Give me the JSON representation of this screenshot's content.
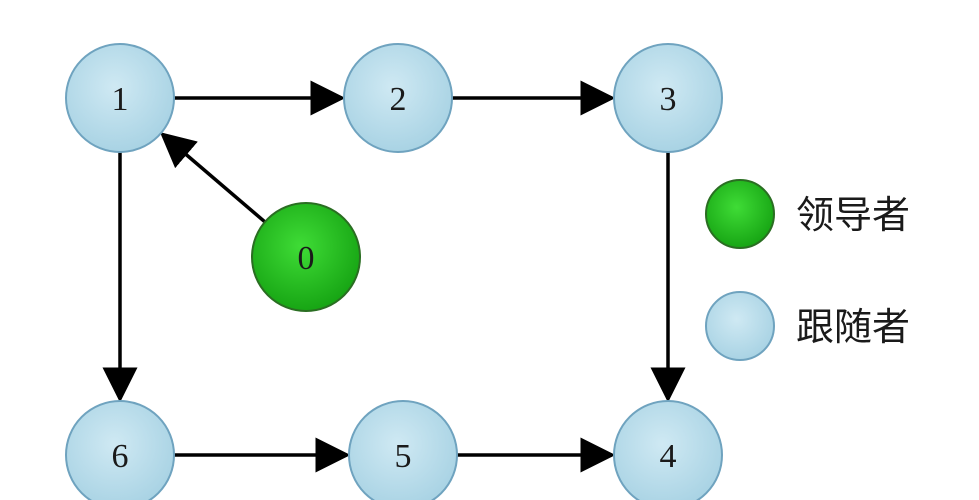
{
  "nodes": [
    {
      "id": "0",
      "label": "0",
      "role": "leader"
    },
    {
      "id": "1",
      "label": "1",
      "role": "follower"
    },
    {
      "id": "2",
      "label": "2",
      "role": "follower"
    },
    {
      "id": "3",
      "label": "3",
      "role": "follower"
    },
    {
      "id": "4",
      "label": "4",
      "role": "follower"
    },
    {
      "id": "5",
      "label": "5",
      "role": "follower"
    },
    {
      "id": "6",
      "label": "6",
      "role": "follower"
    }
  ],
  "edges": [
    {
      "from": "0",
      "to": "1"
    },
    {
      "from": "1",
      "to": "2"
    },
    {
      "from": "2",
      "to": "3"
    },
    {
      "from": "3",
      "to": "4"
    },
    {
      "from": "1",
      "to": "6"
    },
    {
      "from": "6",
      "to": "5"
    },
    {
      "from": "5",
      "to": "4"
    }
  ],
  "legend": {
    "leader_label": "领导者",
    "follower_label": "跟随者"
  },
  "colors": {
    "leader_fill": "#22c41f",
    "leader_stroke": "#2a6e22",
    "follower_fill": "#b7dcea",
    "follower_stroke": "#6fa3bf",
    "edge": "#000000"
  }
}
